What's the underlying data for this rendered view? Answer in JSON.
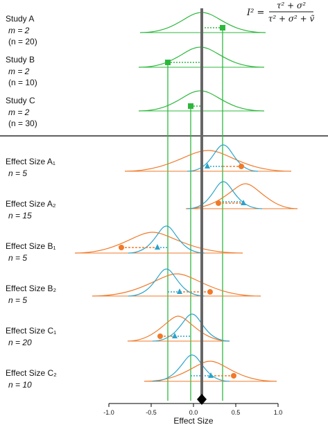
{
  "studies": [
    {
      "label": "Study A",
      "m": "m = 2",
      "n": "(n = 20)"
    },
    {
      "label": "Study B",
      "m": "m = 2",
      "n": "(n = 10)"
    },
    {
      "label": "Study C",
      "m": "m = 2",
      "n": "(n = 30)"
    }
  ],
  "effects": [
    {
      "label": "Effect Size A₁",
      "n": "n = 5"
    },
    {
      "label": "Effect Size A₂",
      "n": "n = 15"
    },
    {
      "label": "Effect Size B₁",
      "n": "n = 5"
    },
    {
      "label": "Effect Size B₂",
      "n": "n = 5"
    },
    {
      "label": "Effect Size C₁",
      "n": "n = 20"
    },
    {
      "label": "Effect Size C₂",
      "n": "n = 10"
    }
  ],
  "formula": {
    "lhs": "I² =",
    "numerator": "τ² + σ²",
    "denominator": "τ² + σ² + ṽ"
  },
  "axis": {
    "ticks": [
      "-1.0",
      "-0.5",
      "0.0",
      "0.5",
      "1.0"
    ],
    "label": "Effect Size"
  },
  "colors": {
    "green": "#2db83d",
    "blue": "#2aa3c9",
    "orange": "#f07a2a",
    "center": "#666666"
  }
}
